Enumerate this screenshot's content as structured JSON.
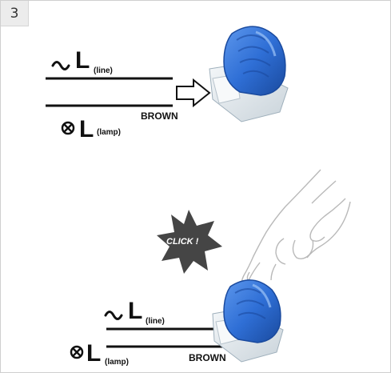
{
  "step": "3",
  "top": {
    "line_label": "L",
    "line_sub": "(line)",
    "lamp_label": "L",
    "lamp_sub": "(lamp)",
    "wire_color": "BROWN"
  },
  "bottom": {
    "line_label": "L",
    "line_sub": "(line)",
    "lamp_label": "L",
    "lamp_sub": "(lamp)",
    "wire_color": "BROWN"
  },
  "click_text": "CLICK !",
  "colors": {
    "connector_blue": "#2f6fd6",
    "connector_dark": "#1d4fa8",
    "connector_clear": "#e6edf2",
    "burst": "#454545",
    "wire": "#111111"
  },
  "icons": [
    "ac-wave-icon",
    "lamp-icon",
    "arrow-right-icon",
    "connector-icon",
    "finger-hand-icon",
    "click-burst-icon"
  ]
}
